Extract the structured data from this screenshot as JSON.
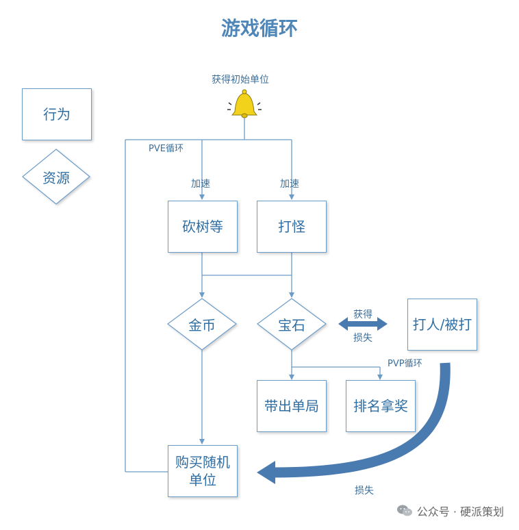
{
  "title": "游戏循环",
  "legend": {
    "action": "行为",
    "resource": "资源"
  },
  "start_label": "获得初始单位",
  "loops": {
    "pve": "PVE循环",
    "pvp": "PVP循环"
  },
  "edge_labels": {
    "speed_left": "加速",
    "speed_right": "加速",
    "gain": "获得",
    "loss_top": "损失",
    "loss_bottom": "损失"
  },
  "nodes": {
    "chop": "砍树等",
    "fight": "打怪",
    "gold": "金币",
    "gem": "宝石",
    "pvp_fight": "打人/被打",
    "carry_out": "带出单局",
    "rank": "排名拿奖",
    "buy_1": "购买随机",
    "buy_2": "单位"
  },
  "watermark": "公众号 · 硬派策划",
  "colors": {
    "accent": "#4f86b8",
    "line": "#6b9cc8",
    "arrow": "#4a7bb0",
    "bell": "#f3d21b"
  }
}
